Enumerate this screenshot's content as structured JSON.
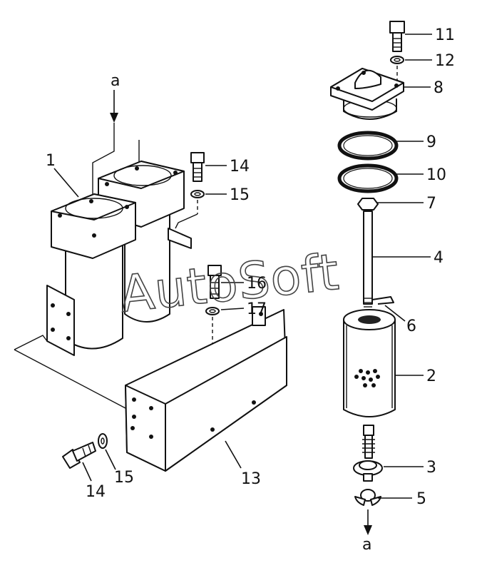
{
  "watermark": "AutoSoft",
  "flow_labels": {
    "top": "a",
    "bottom": "a"
  },
  "callouts": {
    "c1": "1",
    "c2": "2",
    "c3": "3",
    "c4": "4",
    "c5": "5",
    "c6": "6",
    "c7": "7",
    "c8": "8",
    "c9": "9",
    "c10": "10",
    "c11": "11",
    "c12": "12",
    "c13": "13",
    "c14_top": "14",
    "c14_bottom": "14",
    "c15_top": "15",
    "c15_bottom": "15",
    "c16": "16",
    "c17": "17"
  }
}
